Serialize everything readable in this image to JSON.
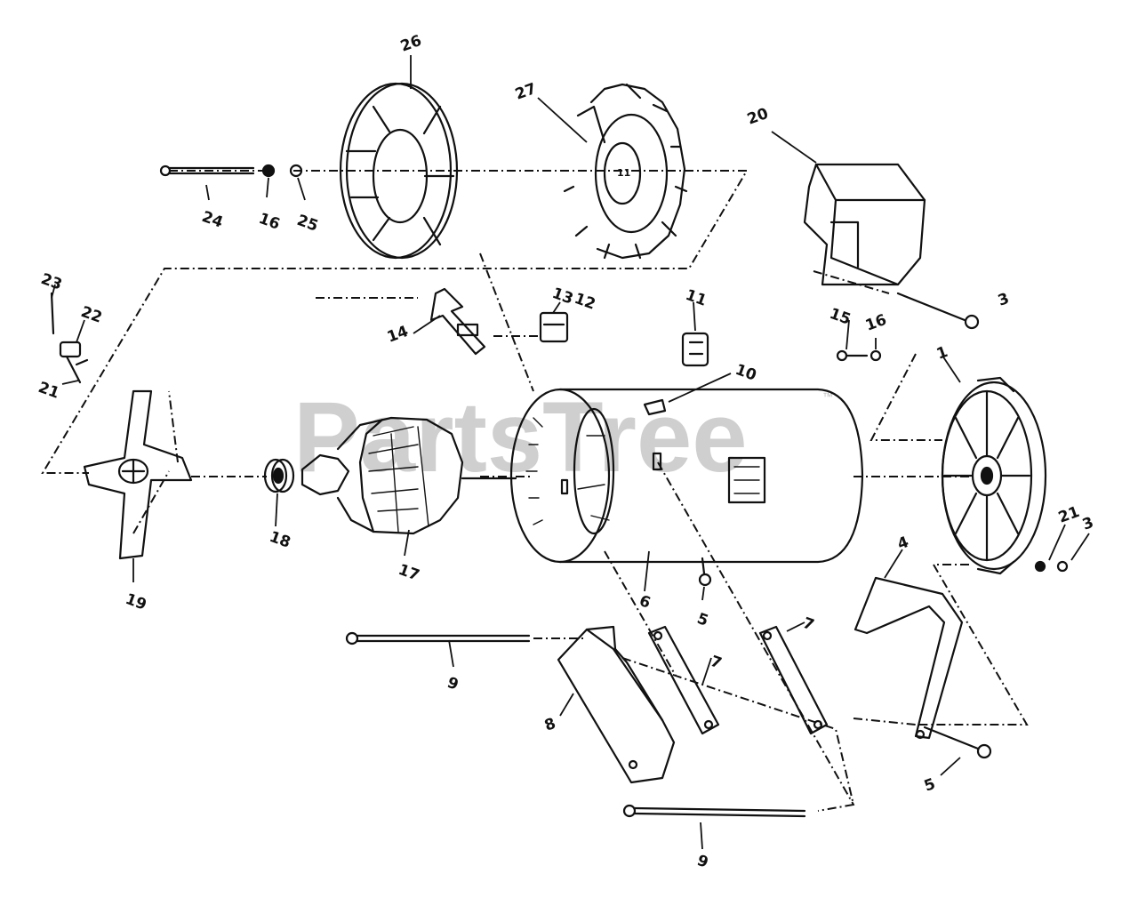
{
  "watermark": {
    "text": "PartsTree",
    "trademark": "™"
  },
  "callouts": [
    {
      "id": "c26",
      "label": "26"
    },
    {
      "id": "c27",
      "label": "27"
    },
    {
      "id": "c20",
      "label": "20"
    },
    {
      "id": "c24",
      "label": "24"
    },
    {
      "id": "c16a",
      "label": "16"
    },
    {
      "id": "c25",
      "label": "25"
    },
    {
      "id": "c3a",
      "label": "3"
    },
    {
      "id": "c23",
      "label": "23"
    },
    {
      "id": "c22",
      "label": "22"
    },
    {
      "id": "c13",
      "label": "13"
    },
    {
      "id": "c12",
      "label": "12"
    },
    {
      "id": "c11",
      "label": "11"
    },
    {
      "id": "c15",
      "label": "15"
    },
    {
      "id": "c16b",
      "label": "16"
    },
    {
      "id": "c14",
      "label": "14"
    },
    {
      "id": "c1",
      "label": "1"
    },
    {
      "id": "c10",
      "label": "10"
    },
    {
      "id": "c21a",
      "label": "21"
    },
    {
      "id": "c21b",
      "label": "21"
    },
    {
      "id": "c3b",
      "label": "3"
    },
    {
      "id": "c18",
      "label": "18"
    },
    {
      "id": "c17",
      "label": "17"
    },
    {
      "id": "c19",
      "label": "19"
    },
    {
      "id": "c6",
      "label": "6"
    },
    {
      "id": "c5a",
      "label": "5"
    },
    {
      "id": "c4",
      "label": "4"
    },
    {
      "id": "c9a",
      "label": "9"
    },
    {
      "id": "c7a",
      "label": "7"
    },
    {
      "id": "c7b",
      "label": "7"
    },
    {
      "id": "c8",
      "label": "8"
    },
    {
      "id": "c5b",
      "label": "5"
    },
    {
      "id": "c9b",
      "label": "9"
    }
  ]
}
